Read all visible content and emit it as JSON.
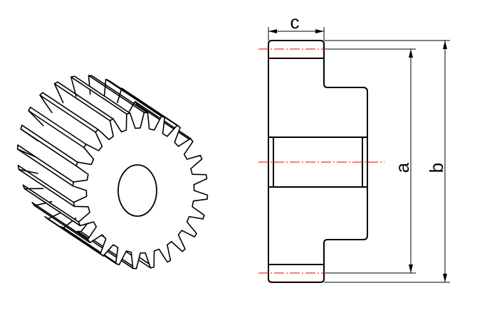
{
  "labels": {
    "c": "c",
    "a": "a",
    "b": "b"
  },
  "colors": {
    "line": "#000000",
    "centerline": "#e60000",
    "background": "#ffffff"
  }
}
